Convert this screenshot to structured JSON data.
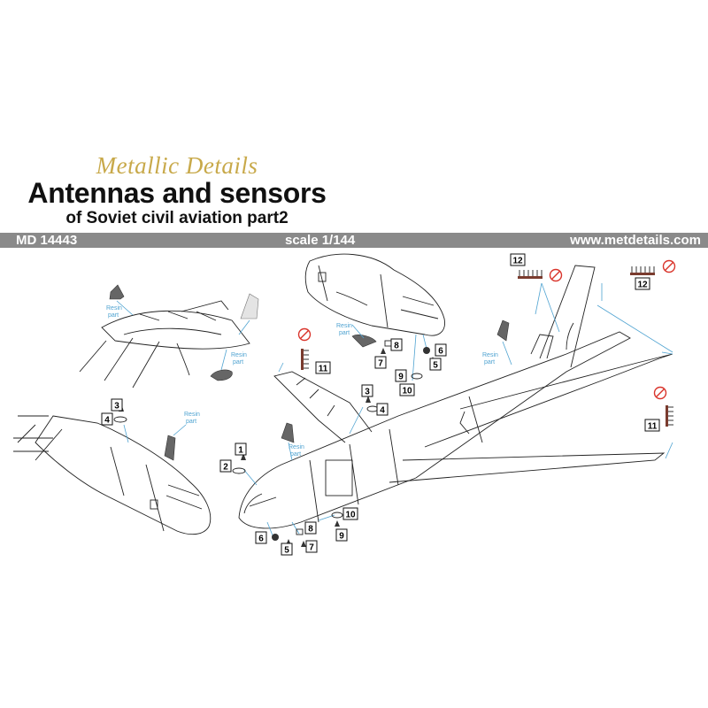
{
  "header": {
    "brand": "Metallic Details",
    "title": "Antennas and sensors",
    "subtitle": "of Soviet civil aviation part2",
    "product_code": "MD 14443",
    "scale": "scale 1/144",
    "website": "www.metdetails.com"
  },
  "labels": {
    "resin": "Resin",
    "part": "part"
  },
  "callouts": {
    "p1": "1",
    "p2": "2",
    "p3": "3",
    "p4": "4",
    "p5": "5",
    "p6": "6",
    "p7": "7",
    "p8": "8",
    "p9": "9",
    "p10": "10",
    "p11": "11",
    "p12": "12"
  },
  "colors": {
    "accent_gold": "#c8a94a",
    "band_grey": "#8a8a8a",
    "leader_blue": "#4fa3d1",
    "no_symbol_red": "#d9342b",
    "line_art": "#222222",
    "resin_grey": "#7a7a7a"
  }
}
